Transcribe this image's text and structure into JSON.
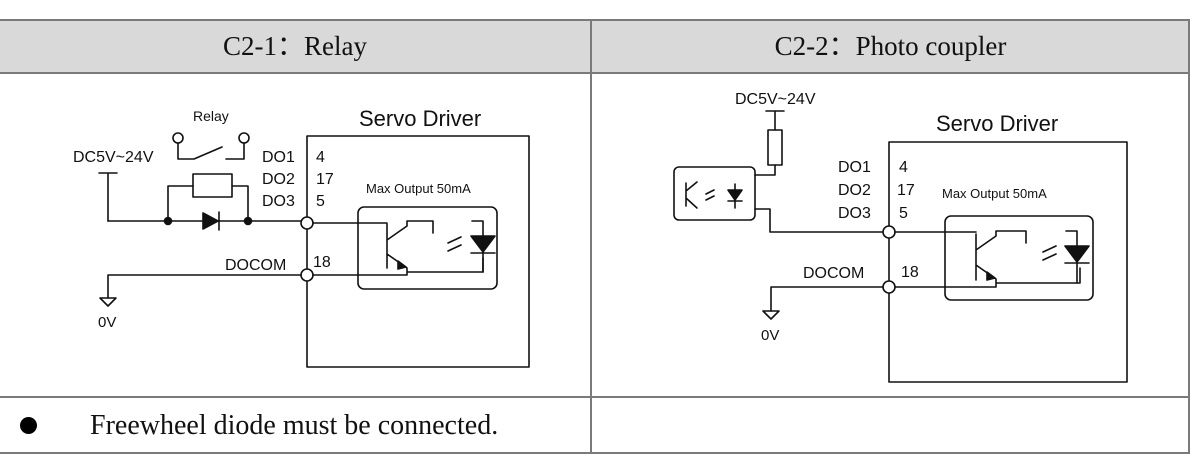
{
  "table": {
    "headers": [
      "C2-1：Relay",
      "C2-2：Photo coupler"
    ],
    "notes": [
      "Freewheel diode must be connected."
    ]
  },
  "diagram_relay": {
    "supply": "DC5V~24V",
    "relay_label": "Relay",
    "title": "Servo Driver",
    "pins": [
      {
        "name": "DO1",
        "number": "4"
      },
      {
        "name": "DO2",
        "number": "17"
      },
      {
        "name": "DO3",
        "number": "5"
      }
    ],
    "common_name": "DOCOM",
    "common_number": "18",
    "max_output": "Max Output 50mA",
    "ground": "0V"
  },
  "diagram_photo": {
    "supply": "DC5V~24V",
    "title": "Servo Driver",
    "pins": [
      {
        "name": "DO1",
        "number": "4"
      },
      {
        "name": "DO2",
        "number": "17"
      },
      {
        "name": "DO3",
        "number": "5"
      }
    ],
    "common_name": "DOCOM",
    "common_number": "18",
    "max_output": "Max Output 50mA",
    "ground": "0V"
  }
}
